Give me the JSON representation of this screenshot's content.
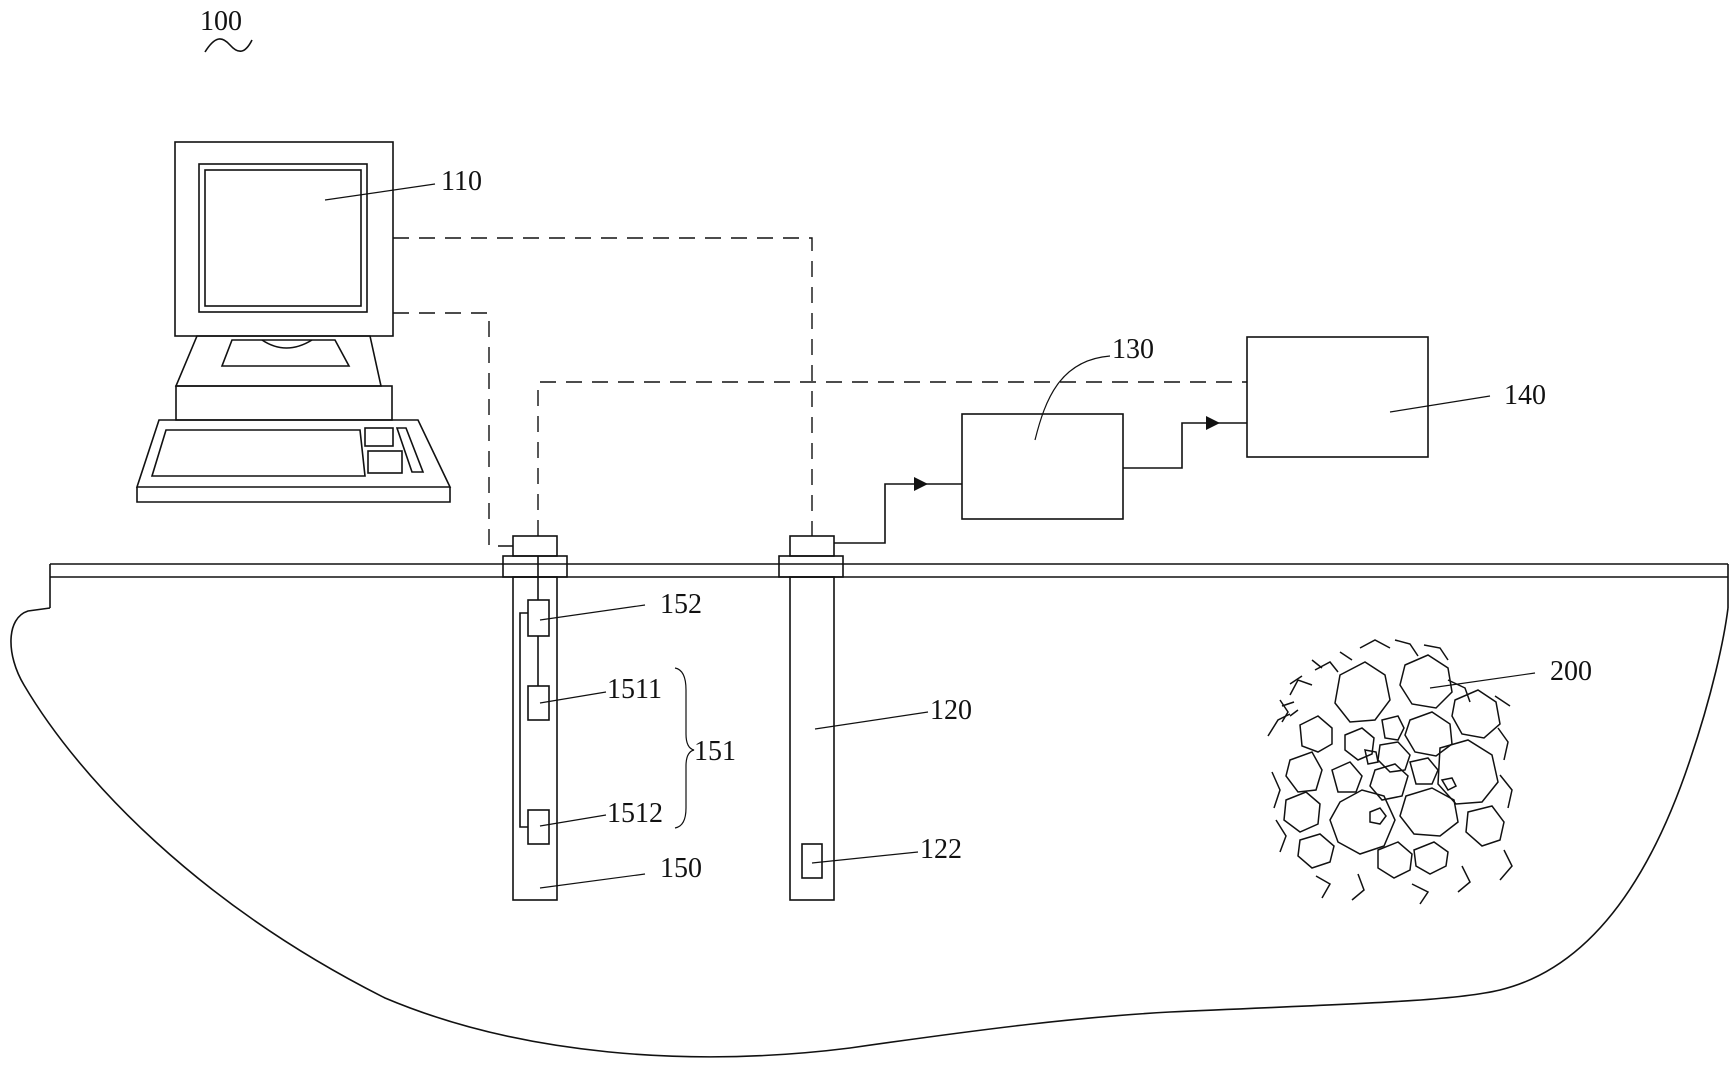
{
  "figure_label": "100",
  "labels": {
    "computer": "110",
    "detection_well": "120",
    "detection_sensor": "122",
    "unit_130": "130",
    "unit_140": "140",
    "excitation_well": "150",
    "source_group": "151",
    "source_1": "1511",
    "source_2": "1512",
    "element_152": "152",
    "target_body": "200"
  }
}
